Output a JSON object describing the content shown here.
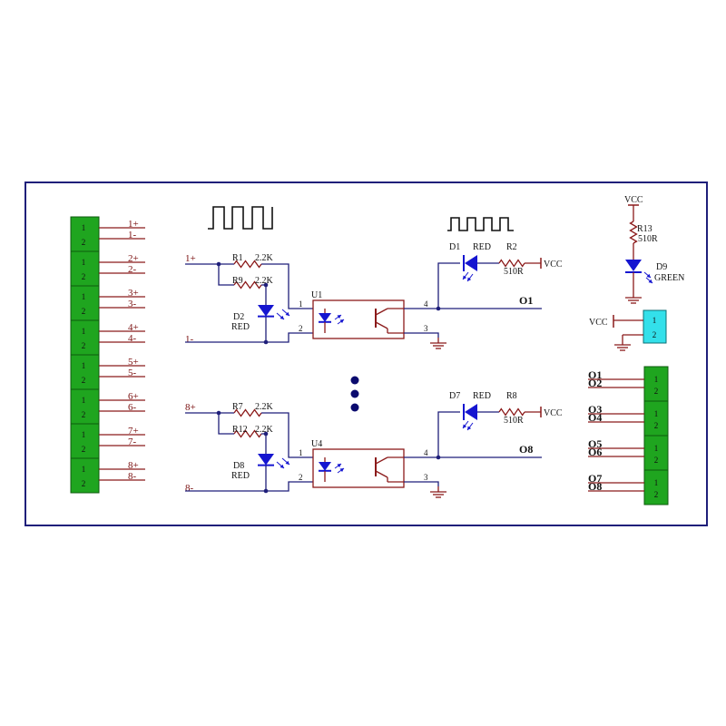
{
  "colors": {
    "frame": "#1f1f7a",
    "wire": "#1f1f7a",
    "component": "#8b1a1a",
    "diode": "#1515d0",
    "connector_fill": "#1fa51f",
    "connector_cyan": "#33e0ea",
    "label": "#111111",
    "net_label": "#7a1010"
  },
  "input_connector": {
    "pins": [
      {
        "top_num": "1",
        "bottom_num": "2",
        "top_label": "1+",
        "bottom_label": "1-"
      },
      {
        "top_num": "1",
        "bottom_num": "2",
        "top_label": "2+",
        "bottom_label": "2-"
      },
      {
        "top_num": "1",
        "bottom_num": "2",
        "top_label": "3+",
        "bottom_label": "3-"
      },
      {
        "top_num": "1",
        "bottom_num": "2",
        "top_label": "4+",
        "bottom_label": "4-"
      },
      {
        "top_num": "1",
        "bottom_num": "2",
        "top_label": "5+",
        "bottom_label": "5-"
      },
      {
        "top_num": "1",
        "bottom_num": "2",
        "top_label": "6+",
        "bottom_label": "6-"
      },
      {
        "top_num": "1",
        "bottom_num": "2",
        "top_label": "7+",
        "bottom_label": "7-"
      },
      {
        "top_num": "1",
        "bottom_num": "2",
        "top_label": "8+",
        "bottom_label": "8-"
      }
    ]
  },
  "output_connector": {
    "pins": [
      {
        "top_num": "1",
        "bottom_num": "2",
        "top_label": "O1",
        "bottom_label": "O2"
      },
      {
        "top_num": "1",
        "bottom_num": "2",
        "top_label": "O3",
        "bottom_label": "O4"
      },
      {
        "top_num": "1",
        "bottom_num": "2",
        "top_label": "O5",
        "bottom_label": "O6"
      },
      {
        "top_num": "1",
        "bottom_num": "2",
        "top_label": "O7",
        "bottom_label": "O8"
      }
    ]
  },
  "channel1": {
    "in_plus": "1+",
    "in_minus": "1-",
    "r_top": "R1",
    "r_top_val": "2.2K",
    "r_bot": "R9",
    "r_bot_val": "2.2K",
    "led": "D2",
    "led_color": "RED",
    "opto": "U1",
    "pin1": "1",
    "pin2": "2",
    "pin3": "3",
    "pin4": "4",
    "out_led": "D1",
    "out_led_color": "RED",
    "out_r": "R2",
    "out_r_val": "510R",
    "vcc": "VCC",
    "out_net": "O1"
  },
  "channel8": {
    "in_plus": "8+",
    "in_minus": "8-",
    "r_top": "R7",
    "r_top_val": "2.2K",
    "r_bot": "R12",
    "r_bot_val": "2.2K",
    "led": "D8",
    "led_color": "RED",
    "opto": "U4",
    "pin1": "1",
    "pin2": "2",
    "pin3": "3",
    "pin4": "4",
    "out_led": "D7",
    "out_led_color": "RED",
    "out_r": "R8",
    "out_r_val": "510R",
    "vcc": "VCC",
    "out_net": "O8"
  },
  "power_indicator": {
    "vcc": "VCC",
    "resistor": "R13",
    "resistor_val": "510R",
    "led": "D9",
    "led_color": "GREEN"
  },
  "power_connector": {
    "vcc": "VCC",
    "pin1": "1",
    "pin2": "2"
  }
}
